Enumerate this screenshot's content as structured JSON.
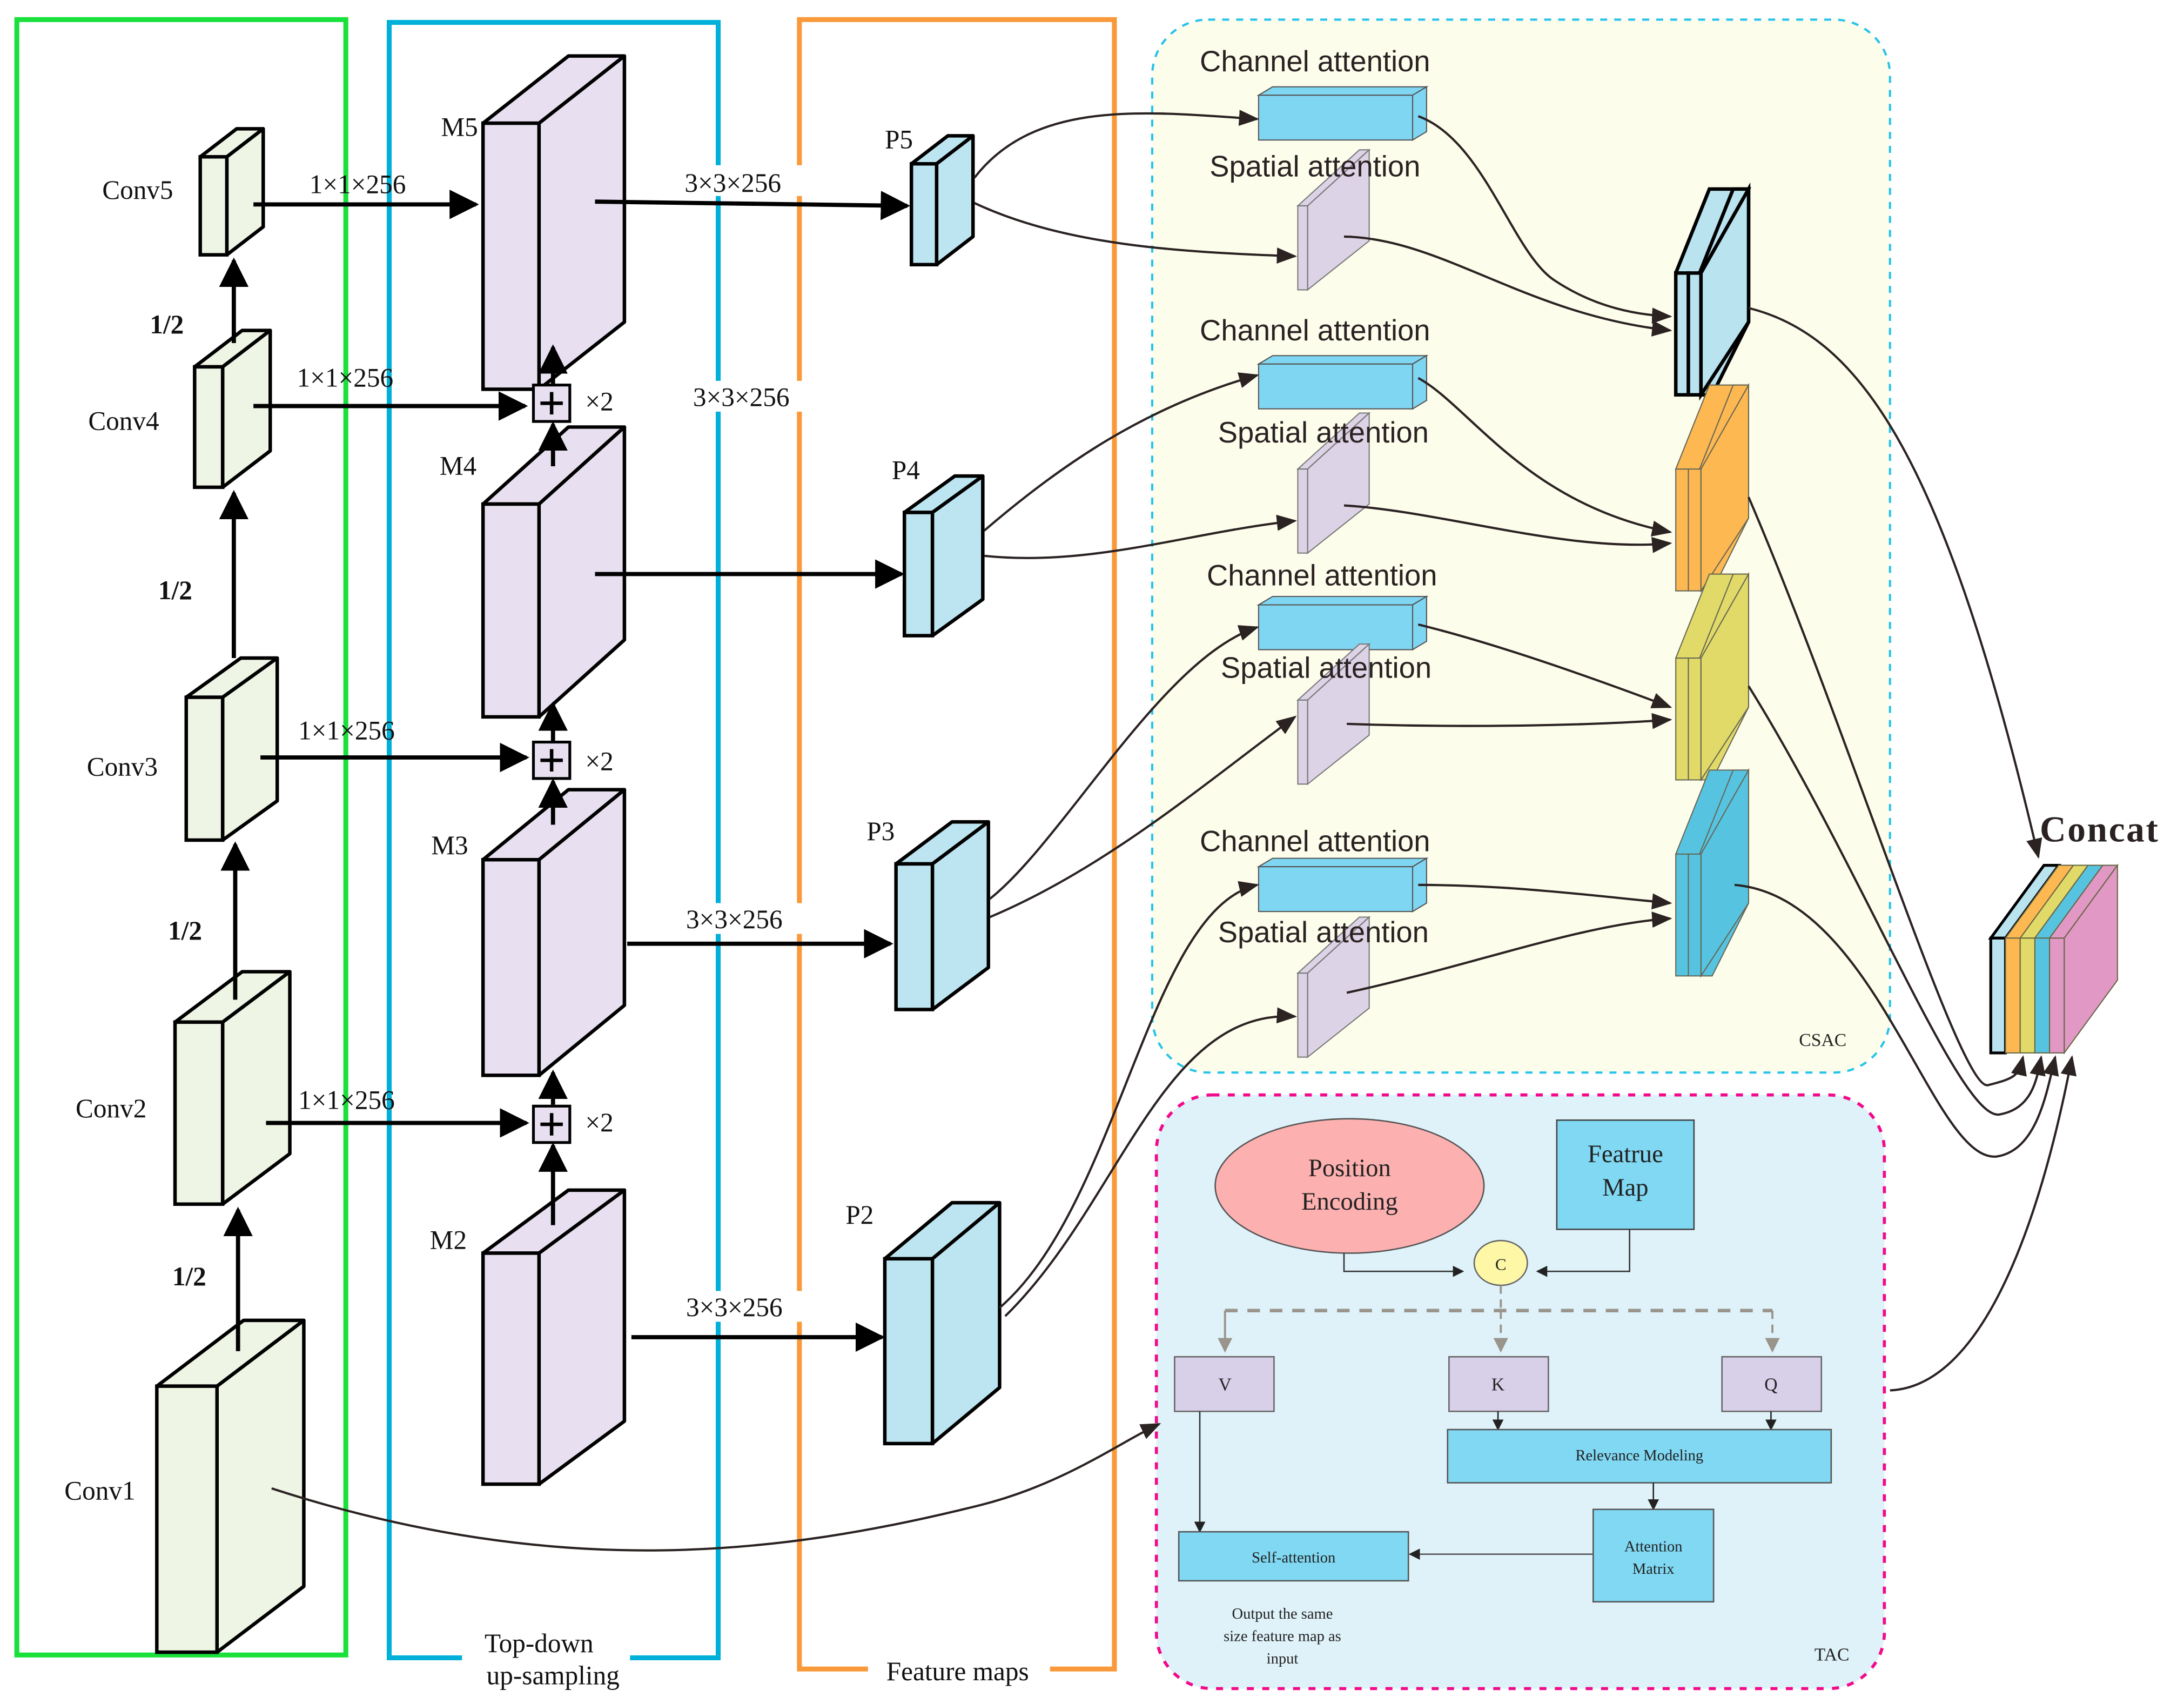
{
  "backbone": {
    "stages": [
      {
        "label": "Conv5"
      },
      {
        "label": "Conv4"
      },
      {
        "label": "Conv3"
      },
      {
        "label": "Conv2"
      },
      {
        "label": "Conv1"
      }
    ],
    "downsample_labels": [
      "1/2",
      "1/2",
      "1/2",
      "1/2"
    ],
    "lateral_labels": [
      "1×1×256",
      "1×1×256",
      "1×1×256",
      "1×1×256"
    ]
  },
  "topdown": {
    "title_line1": "Top-down",
    "title_line2": "up-sampling",
    "maps": [
      {
        "label": "M5"
      },
      {
        "label": "M4"
      },
      {
        "label": "M3"
      },
      {
        "label": "M2"
      }
    ],
    "upsample_labels": [
      "×2",
      "×2",
      "×2"
    ],
    "conv_labels": [
      "3×3×256",
      "3×3×256",
      "3×3×256",
      "3×3×256"
    ]
  },
  "features": {
    "title": "Feature maps",
    "maps": [
      {
        "label": "P5"
      },
      {
        "label": "P4"
      },
      {
        "label": "P3"
      },
      {
        "label": "P2"
      }
    ]
  },
  "csac": {
    "name": "CSAC",
    "channel_label": "Channel attention",
    "spatial_label": "Spatial attention",
    "branch_colors": [
      "#b9e3ef",
      "#fdb852",
      "#e1da68",
      "#56c4e1"
    ]
  },
  "tac": {
    "name": "TAC",
    "position_encoding": "Position Encoding",
    "feature_map_line1": "Featrue",
    "feature_map_line2": "Map",
    "concat_symbol": "C",
    "v": "V",
    "k": "K",
    "q": "Q",
    "relevance": "Relevance Modeling",
    "attention_line1": "Attention",
    "attention_line2": "Matrix",
    "self_attention": "Self-attention",
    "output_note_line1": "Output the same",
    "output_note_line2": "size feature map as",
    "output_note_line3": "input"
  },
  "concat": {
    "label": "Concat",
    "layer_colors": [
      "#b9e3ef",
      "#fdb852",
      "#e1da68",
      "#56c4e1",
      "#e298c5"
    ]
  },
  "colors": {
    "backbone_frame": "#19e03a",
    "topdown_frame": "#00b0d8",
    "feature_frame": "#f9993a",
    "csac_border": "#27c3ea",
    "csac_fill": "#fdfdec",
    "tac_border": "#f20a8a",
    "tac_fill": "#dff2f9"
  }
}
